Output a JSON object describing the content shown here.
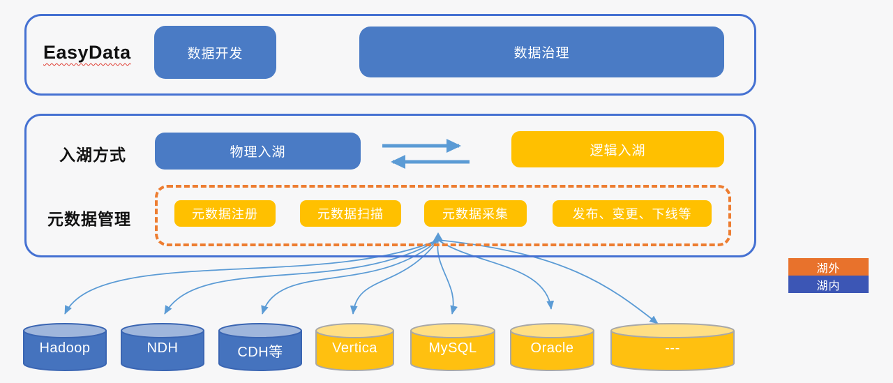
{
  "header": {
    "brand": "EasyData",
    "buttons": [
      {
        "label": "数据开发"
      },
      {
        "label": "数据治理"
      }
    ]
  },
  "lake": {
    "methods_label": "入湖方式",
    "physical_label": "物理入湖",
    "logical_label": "逻辑入湖",
    "metadata_label": "元数据管理",
    "metadata_buttons": [
      {
        "label": "元数据注册"
      },
      {
        "label": "元数据扫描"
      },
      {
        "label": "元数据采集"
      },
      {
        "label": "发布、变更、下线等"
      }
    ]
  },
  "legend": {
    "outside_label": "湖外",
    "inside_label": "湖内"
  },
  "databases": [
    {
      "label": "Hadoop",
      "location": "inside"
    },
    {
      "label": "NDH",
      "location": "inside"
    },
    {
      "label": "CDH等",
      "location": "inside"
    },
    {
      "label": "Vertica",
      "location": "outside"
    },
    {
      "label": "MySQL",
      "location": "outside"
    },
    {
      "label": "Oracle",
      "location": "outside"
    },
    {
      "label": "---",
      "location": "outside"
    }
  ],
  "colors": {
    "panel_border": "#4571D2",
    "blue_button": "#4A7BC5",
    "orange_button": "#FFC000",
    "dashed_border": "#ED7D31",
    "legend_outside": "#E8722C",
    "legend_inside": "#3C56B5",
    "arrow": "#5B9BD5",
    "cyl_inside_body": "#4573BE",
    "cyl_inside_top": "#9FB6DC",
    "cyl_inside_border": "#3A65B2",
    "cyl_outside_body": "#FFC010",
    "cyl_outside_top": "#FFDF85",
    "cyl_outside_border": "#A8A8A8"
  }
}
